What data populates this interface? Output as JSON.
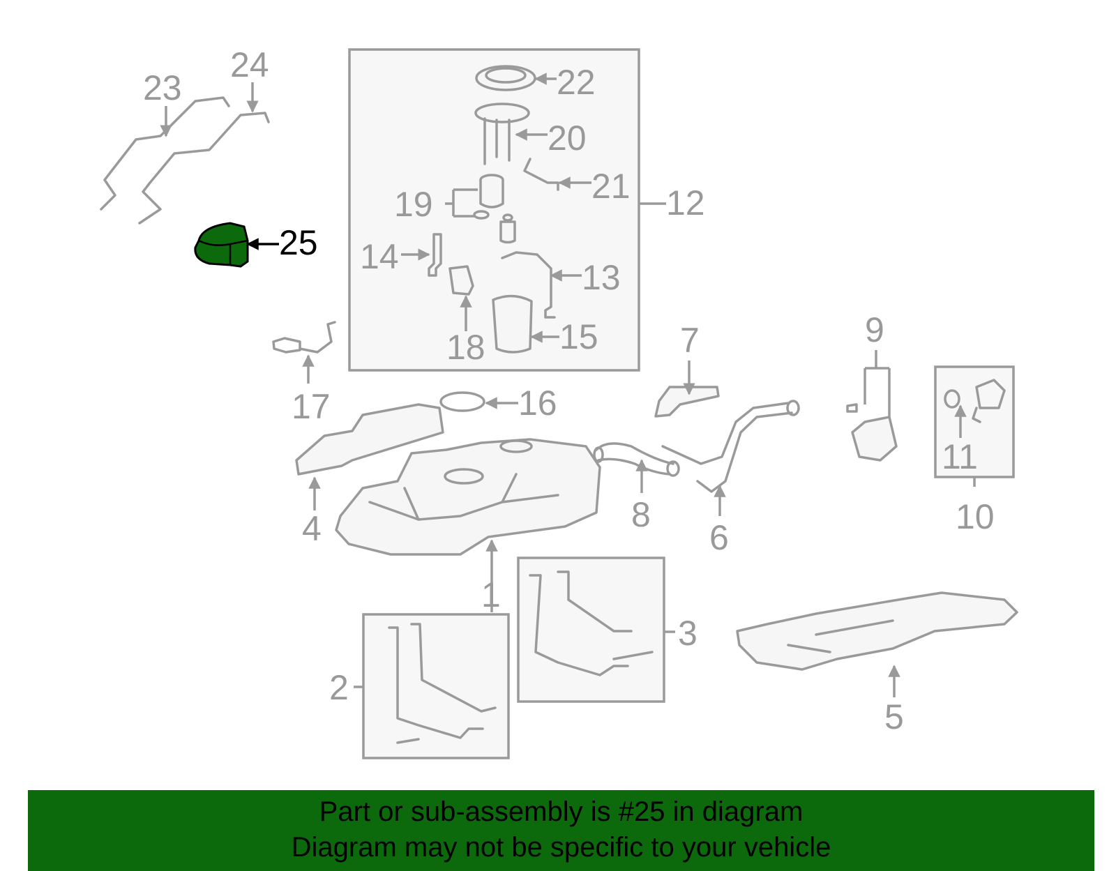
{
  "diagram": {
    "highlight_color": "#0c6a0c",
    "highlighted_part": "25",
    "callouts": [
      "1",
      "2",
      "3",
      "4",
      "5",
      "6",
      "7",
      "8",
      "9",
      "10",
      "11",
      "12",
      "13",
      "14",
      "15",
      "16",
      "17",
      "18",
      "19",
      "20",
      "21",
      "22",
      "23",
      "24",
      "25"
    ]
  },
  "banner": {
    "line1": "Part or sub-assembly is #25 in diagram",
    "line2": "Diagram may not be specific to your vehicle",
    "background": "#0c6a0c"
  }
}
